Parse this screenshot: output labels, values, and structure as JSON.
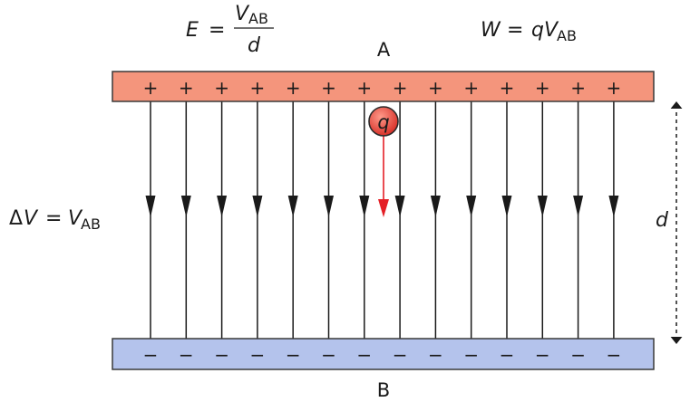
{
  "labels": {
    "plate_top": "A",
    "plate_bottom": "B",
    "charge": "q",
    "distance": "d",
    "sign_positive": "+",
    "sign_negative": "−"
  },
  "equations": {
    "field": {
      "lhs": "E",
      "eq": "=",
      "num_main": "V",
      "num_sub": "AB",
      "den": "d"
    },
    "work": {
      "lhs": "W",
      "eq": "=",
      "rhs_q": "q",
      "rhs_main": "V",
      "rhs_sub": "AB"
    },
    "potential": {
      "delta": "Δ",
      "lhs": "V",
      "eq": "=",
      "rhs_main": "V",
      "rhs_sub": "AB"
    }
  },
  "field_lines": {
    "count": 14
  },
  "colors": {
    "positive_plate": "#f4957c",
    "negative_plate": "#b4c3ec",
    "plate_border": "#3a3a3a",
    "field_line": "#1a1a1a",
    "charge_fill": "#e5463a",
    "force_arrow": "#e41f26"
  }
}
